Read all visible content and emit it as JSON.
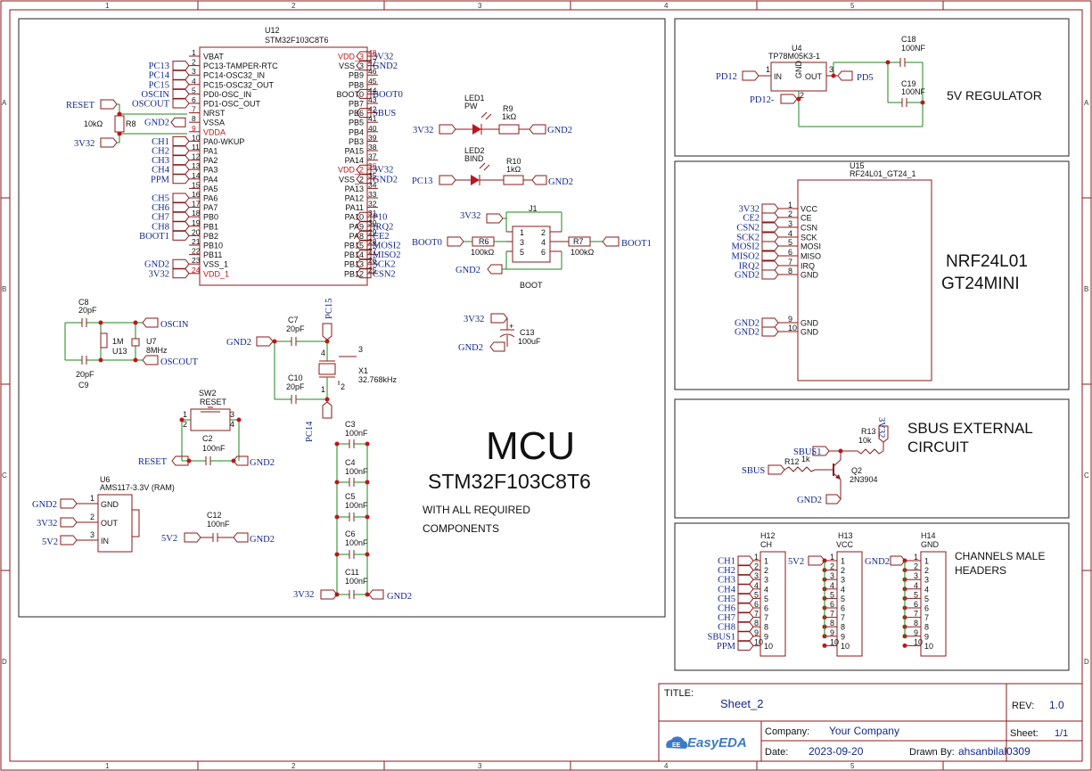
{
  "grid": {
    "columns": [
      "1",
      "2",
      "3",
      "4",
      "5"
    ],
    "rows": [
      "A",
      "B",
      "C",
      "D"
    ]
  },
  "mcu": {
    "ref": "U12",
    "part": "STM32F103C8T6",
    "left_pins": [
      {
        "num": "1",
        "name": "VBAT",
        "net": ""
      },
      {
        "num": "2",
        "name": "PC13-TAMPER-RTC",
        "net": "PC13"
      },
      {
        "num": "3",
        "name": "PC14-OSC32_IN",
        "net": "PC14"
      },
      {
        "num": "4",
        "name": "PC15-OSC32_OUT",
        "net": "PC15"
      },
      {
        "num": "5",
        "name": "PD0-OSC_IN",
        "net": "OSCIN"
      },
      {
        "num": "6",
        "name": "PD1-OSC_OUT",
        "net": "OSCOUT"
      },
      {
        "num": "7",
        "name": "NRST",
        "net": ""
      },
      {
        "num": "8",
        "name": "VSSA",
        "net": "GND2"
      },
      {
        "num": "9",
        "name": "VDDA",
        "net": ""
      },
      {
        "num": "10",
        "name": "PA0-WKUP",
        "net": "CH1"
      },
      {
        "num": "11",
        "name": "PA1",
        "net": "CH2"
      },
      {
        "num": "12",
        "name": "PA2",
        "net": "CH3"
      },
      {
        "num": "13",
        "name": "PA3",
        "net": "CH4"
      },
      {
        "num": "14",
        "name": "PA4",
        "net": "PPM"
      },
      {
        "num": "15",
        "name": "PA5",
        "net": ""
      },
      {
        "num": "16",
        "name": "PA6",
        "net": "CH5"
      },
      {
        "num": "17",
        "name": "PA7",
        "net": "CH6"
      },
      {
        "num": "18",
        "name": "PB0",
        "net": "CH7"
      },
      {
        "num": "19",
        "name": "PB1",
        "net": "CH8"
      },
      {
        "num": "20",
        "name": "PB2",
        "net": "BOOT1"
      },
      {
        "num": "21",
        "name": "PB10",
        "net": ""
      },
      {
        "num": "22",
        "name": "PB11",
        "net": ""
      },
      {
        "num": "23",
        "name": "VSS_1",
        "net": "GND2"
      },
      {
        "num": "24",
        "name": "VDD_1",
        "net": "3V32"
      }
    ],
    "right_pins": [
      {
        "num": "48",
        "name": "VDD_3",
        "net": "3V32"
      },
      {
        "num": "47",
        "name": "VSS_3",
        "net": "GND2"
      },
      {
        "num": "46",
        "name": "PB9",
        "net": ""
      },
      {
        "num": "45",
        "name": "PB8",
        "net": ""
      },
      {
        "num": "44",
        "name": "BOOT0",
        "net": "BOOT0"
      },
      {
        "num": "43",
        "name": "PB7",
        "net": ""
      },
      {
        "num": "42",
        "name": "PB6",
        "net": "SBUS"
      },
      {
        "num": "41",
        "name": "PB5",
        "net": ""
      },
      {
        "num": "40",
        "name": "PB4",
        "net": ""
      },
      {
        "num": "39",
        "name": "PB3",
        "net": ""
      },
      {
        "num": "38",
        "name": "PA15",
        "net": ""
      },
      {
        "num": "37",
        "name": "PA14",
        "net": ""
      },
      {
        "num": "36",
        "name": "VDD_2",
        "net": "3V32"
      },
      {
        "num": "35",
        "name": "VSS_2",
        "net": "GND2"
      },
      {
        "num": "34",
        "name": "PA13",
        "net": ""
      },
      {
        "num": "33",
        "name": "PA12",
        "net": ""
      },
      {
        "num": "32",
        "name": "PA11",
        "net": ""
      },
      {
        "num": "31",
        "name": "PA10",
        "net": "P10"
      },
      {
        "num": "30",
        "name": "PA9",
        "net": "IRQ2"
      },
      {
        "num": "29",
        "name": "PA8",
        "net": "CE2"
      },
      {
        "num": "28",
        "name": "PB15",
        "net": "MOSI2"
      },
      {
        "num": "27",
        "name": "PB14",
        "net": "MISO2"
      },
      {
        "num": "26",
        "name": "PB13",
        "net": "SCK2"
      },
      {
        "num": "25",
        "name": "PB12",
        "net": "CSN2"
      }
    ]
  },
  "labels": {
    "reset": "RESET",
    "r8_val": "10kΩ",
    "r8_ref": "R8",
    "gnd2": "GND2",
    "v3v32": "3V32",
    "v5v2": "5V2",
    "led1_ref": "LED1",
    "led1_val": "PW",
    "r9_ref": "R9",
    "r9_val": "1kΩ",
    "led2_ref": "LED2",
    "led2_val": "BIND",
    "r10_ref": "R10",
    "r10_val": "1kΩ",
    "pc13": "PC13",
    "pc14": "PC14",
    "pc15": "PC15",
    "j1_ref": "J1",
    "j1_name": "BOOT",
    "j1_pins": [
      "1",
      "2",
      "3",
      "4",
      "5",
      "6"
    ],
    "boot0": "BOOT0",
    "boot1": "BOOT1",
    "r6_ref": "R6",
    "r6_val": "100kΩ",
    "r7_ref": "R7",
    "r7_val": "100kΩ",
    "c13_ref": "C13",
    "c13_val": "100uF",
    "c8_ref": "C8",
    "c8_val": "20pF",
    "c9_ref": "C9",
    "c9_val": "20pF",
    "oscin": "OSCIN",
    "oscout": "OSCOUT",
    "r1m": "1M",
    "u13": "U13",
    "u7": "U7",
    "u7_val": "8MHz",
    "c7_ref": "C7",
    "c7_val": "20pF",
    "c10_ref": "C10",
    "c10_val": "20pF",
    "x1_ref": "X1",
    "x1_val": "32.768kHz",
    "sw2_ref": "SW2",
    "sw2_val": "RESET",
    "c2_ref": "C2",
    "c2_val": "100nF",
    "c3_ref": "C3",
    "c4_ref": "C4",
    "c5_ref": "C5",
    "c6_ref": "C6",
    "c11_ref": "C11",
    "c12_ref": "C12",
    "cap100n": "100nF",
    "u6_ref": "U6",
    "u6_val": "AMS117-3.3V (RAM)",
    "u6_pins": [
      "GND",
      "OUT",
      "IN"
    ],
    "mcu_title": "MCU",
    "mcu_sub": "STM32F103C8T6",
    "mcu_note1": "WITH ALL REQUIRED",
    "mcu_note2": "COMPONENTS"
  },
  "regulator": {
    "u4_ref": "U4",
    "u4_val": "TP78M05K3-1",
    "pin_in": "IN",
    "pin_out": "OUT",
    "pin_gnd": "GND",
    "pd12": "PD12",
    "pd12m": "PD12-",
    "pd5": "PD5",
    "c18_ref": "C18",
    "c18_val": "100NF",
    "c19_ref": "C19",
    "c19_val": "100NF",
    "title": "5V REGULATOR"
  },
  "nrf": {
    "ref": "U15",
    "part": "RF24L01_GT24_1",
    "title1": "NRF24L01",
    "title2": "GT24MINI",
    "pins": [
      {
        "num": "1",
        "name": "VCC",
        "net": "3V32"
      },
      {
        "num": "2",
        "name": "CE",
        "net": "CE2"
      },
      {
        "num": "3",
        "name": "CSN",
        "net": "CSN2"
      },
      {
        "num": "4",
        "name": "SCK",
        "net": "SCK2"
      },
      {
        "num": "5",
        "name": "MOSI",
        "net": "MOSI2"
      },
      {
        "num": "6",
        "name": "MISO",
        "net": "MISO2"
      },
      {
        "num": "7",
        "name": "IRQ",
        "net": "IRQ2"
      },
      {
        "num": "8",
        "name": "GND",
        "net": "GND2"
      },
      {
        "num": "9",
        "name": "GND",
        "net": "GND2"
      },
      {
        "num": "10",
        "name": "GND",
        "net": "GND2"
      }
    ]
  },
  "sbus": {
    "title1": "SBUS EXTERNAL",
    "title2": "CIRCUIT",
    "sbus1": "SBUS1",
    "sbus": "SBUS",
    "r13_ref": "R13",
    "r13_val": "10k",
    "r12_ref": "R12",
    "r12_val": "1k",
    "q2_ref": "Q2",
    "q2_val": "2N3904",
    "v3v32": "3V32",
    "gnd2": "GND2"
  },
  "headers": {
    "title1": "CHANNELS MALE",
    "title2": "HEADERS",
    "h12_ref": "H12",
    "h12_name": "CH",
    "h13_ref": "H13",
    "h13_name": "VCC",
    "h14_ref": "H14",
    "h14_name": "GND",
    "h12_nets": [
      "CH1",
      "CH2",
      "CH3",
      "CH4",
      "CH5",
      "CH6",
      "CH7",
      "CH8",
      "SBUS1",
      "PPM"
    ],
    "h13_net": "5V2",
    "h14_net": "GND2",
    "pin_nums": [
      "1",
      "2",
      "3",
      "4",
      "5",
      "6",
      "7",
      "8",
      "9",
      "10"
    ]
  },
  "title_block": {
    "title_label": "TITLE:",
    "title": "Sheet_2",
    "rev_label": "REV:",
    "rev": "1.0",
    "company_label": "Company:",
    "company": "Your Company",
    "sheet_label": "Sheet:",
    "sheet": "1/1",
    "date_label": "Date:",
    "date": "2023-09-20",
    "drawn_label": "Drawn By:",
    "drawn": "ahsanbilal0309",
    "logo": "EasyEDA"
  },
  "colors": {
    "wire": "#1a8a1a",
    "component": "#8b1a1a",
    "net_label": "#14288c",
    "power_pin": "#c0141c",
    "border": "#8b1a1a"
  }
}
